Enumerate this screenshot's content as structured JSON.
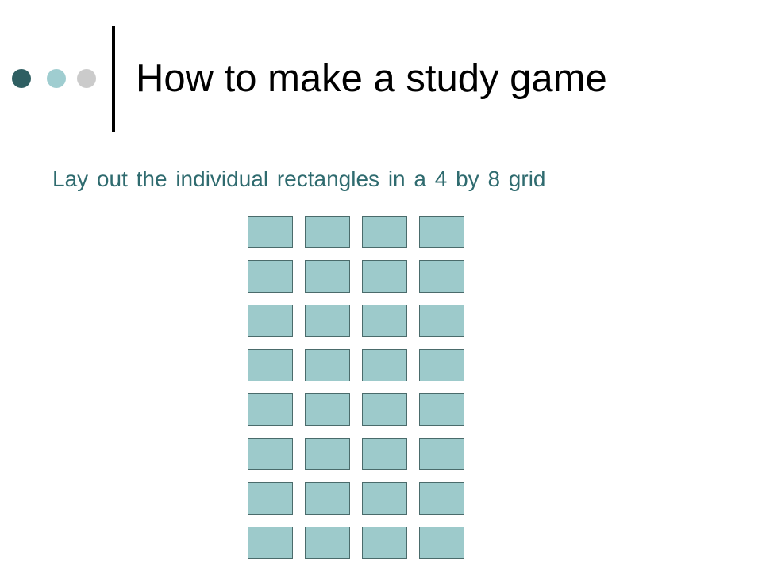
{
  "slide": {
    "title": "How to make a study game",
    "body_text": "Lay out the individual rectangles in a 4 by 8 grid"
  },
  "grid": {
    "columns": 4,
    "rows": 8
  },
  "colors": {
    "dot_dark": "#2f5f62",
    "dot_light": "#9fcdd0",
    "dot_gray": "#cbcbcb",
    "text_teal": "#2f6b6f",
    "card_fill": "#9dcacb",
    "card_border": "#4a6b6b"
  }
}
